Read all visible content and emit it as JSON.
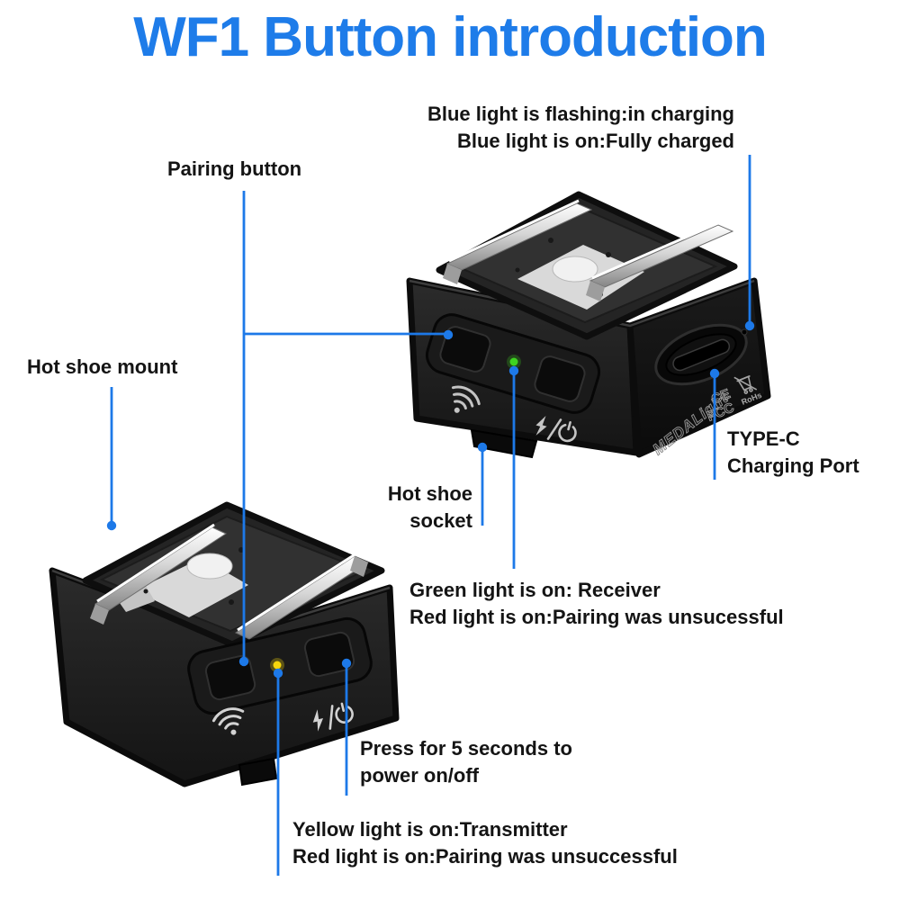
{
  "title": "WF1 Button introduction",
  "callouts": {
    "blue_light": {
      "line1": "Blue light is flashing:in charging",
      "line2": "Blue light is on:Fully charged"
    },
    "pairing_button": {
      "label": "Pairing button"
    },
    "hot_shoe_mount": {
      "label": "Hot shoe mount"
    },
    "type_c": {
      "line1": "TYPE-C",
      "line2": "Charging Port"
    },
    "hot_shoe_socket": {
      "line1": "Hot shoe",
      "line2": "socket"
    },
    "green_light": {
      "line1": "Green light is on: Receiver",
      "line2": "Red light is on:Pairing was unsucessful"
    },
    "power_button": {
      "line1": "Press for 5 seconds to",
      "line2": "power on/off"
    },
    "yellow_light": {
      "line1": "Yellow light is on:Transmitter",
      "line2": "Red light is on:Pairing was unsuccessful"
    }
  },
  "device_markings": {
    "brand": "MEDALight",
    "reg": "®",
    "ce": "CE",
    "fcc": "FCC",
    "rohs": "RoHs"
  },
  "leds": {
    "top_device": {
      "color_name": "green",
      "hex": "#3ed321"
    },
    "left_device": {
      "color_name": "yellow",
      "hex": "#f6d70c"
    }
  },
  "colors": {
    "title_blue": "#1e7ce9",
    "callout_blue": "#1d79e8",
    "label_text": "#141414",
    "device_black": "#1c1c1c",
    "rail_silver": "#d6d6d6",
    "background": "#ffffff"
  }
}
